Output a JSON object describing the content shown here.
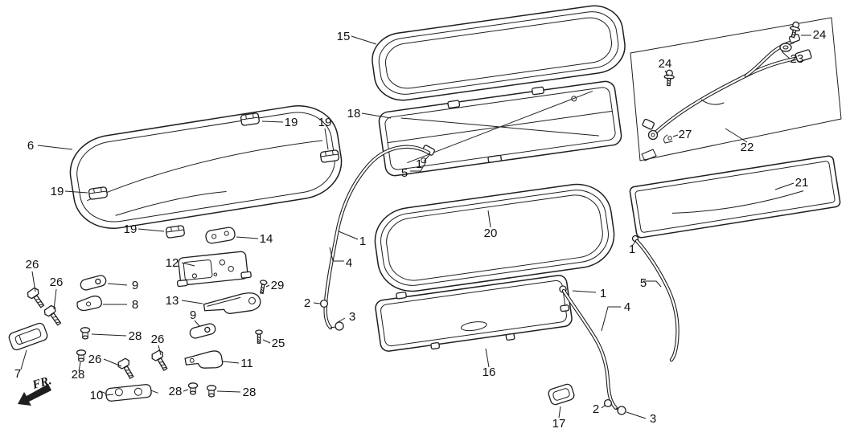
{
  "diagram": {
    "type": "exploded-parts-diagram",
    "colors": {
      "background": "#ffffff",
      "line_art": "#1f1f1f"
    },
    "fr_label": "FR.",
    "callouts": [
      {
        "id": "15",
        "label": "15"
      },
      {
        "id": "18",
        "label": "18"
      },
      {
        "id": "19-a",
        "label": "19"
      },
      {
        "id": "19-b",
        "label": "19"
      },
      {
        "id": "6",
        "label": "6"
      },
      {
        "id": "19-c",
        "label": "19"
      },
      {
        "id": "19-d",
        "label": "19"
      },
      {
        "id": "14",
        "label": "14"
      },
      {
        "id": "12",
        "label": "12"
      },
      {
        "id": "29",
        "label": "29"
      },
      {
        "id": "9-a",
        "label": "9"
      },
      {
        "id": "8",
        "label": "8"
      },
      {
        "id": "26-a",
        "label": "26"
      },
      {
        "id": "26-b",
        "label": "26"
      },
      {
        "id": "13",
        "label": "13"
      },
      {
        "id": "9-b",
        "label": "9"
      },
      {
        "id": "25",
        "label": "25"
      },
      {
        "id": "28-a",
        "label": "28"
      },
      {
        "id": "26-c",
        "label": "26"
      },
      {
        "id": "7",
        "label": "7"
      },
      {
        "id": "26-d",
        "label": "26"
      },
      {
        "id": "28-b",
        "label": "28"
      },
      {
        "id": "10",
        "label": "10"
      },
      {
        "id": "28-c",
        "label": "28"
      },
      {
        "id": "28-d",
        "label": "28"
      },
      {
        "id": "11",
        "label": "11"
      },
      {
        "id": "2-a",
        "label": "2"
      },
      {
        "id": "3-a",
        "label": "3"
      },
      {
        "id": "1-a",
        "label": "1"
      },
      {
        "id": "5-a",
        "label": "5"
      },
      {
        "id": "1-b",
        "label": "1"
      },
      {
        "id": "4-a",
        "label": "4"
      },
      {
        "id": "20",
        "label": "20"
      },
      {
        "id": "16",
        "label": "16"
      },
      {
        "id": "17",
        "label": "17"
      },
      {
        "id": "2-b",
        "label": "2"
      },
      {
        "id": "3-b",
        "label": "3"
      },
      {
        "id": "1-c",
        "label": "1"
      },
      {
        "id": "4-b",
        "label": "4"
      },
      {
        "id": "1-d",
        "label": "1"
      },
      {
        "id": "5-b",
        "label": "5"
      },
      {
        "id": "22",
        "label": "22"
      },
      {
        "id": "24-a",
        "label": "24"
      },
      {
        "id": "23",
        "label": "23"
      },
      {
        "id": "24-b",
        "label": "24"
      },
      {
        "id": "27",
        "label": "27"
      },
      {
        "id": "21",
        "label": "21"
      }
    ]
  }
}
